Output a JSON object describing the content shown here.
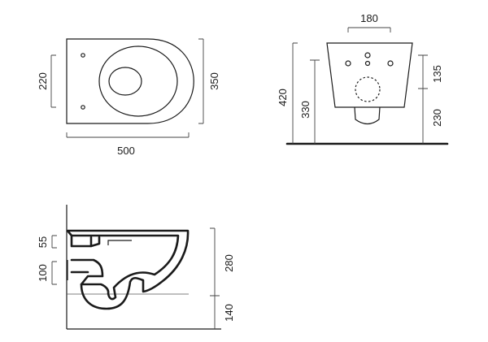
{
  "top_view": {
    "width_label": "500",
    "depth_label": "350",
    "hole_spacing_label": "220"
  },
  "front_view": {
    "hole_spacing_label": "180",
    "total_height_label": "420",
    "hole_height_label": "330",
    "upper_label": "135",
    "lower_label": "230"
  },
  "side_view": {
    "top_label": "55",
    "mid_label": "100",
    "height_label": "280",
    "floor_label": "140"
  }
}
